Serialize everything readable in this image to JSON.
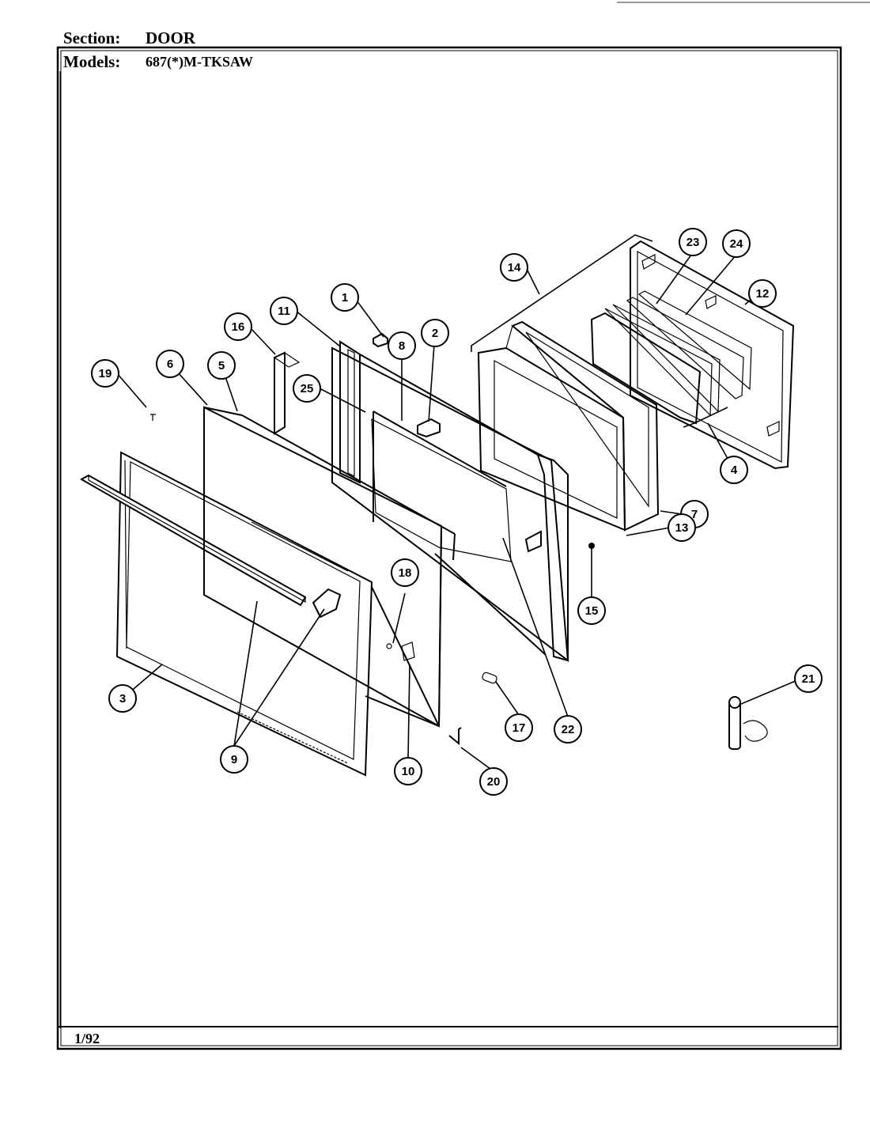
{
  "header": {
    "section_label": "Section:",
    "section_value": "DOOR",
    "models_label": "Models:",
    "models_value": "687(*)M-TKSAW"
  },
  "footer": {
    "date_code": "1/92"
  },
  "callouts": [
    "1",
    "2",
    "3",
    "4",
    "5",
    "6",
    "7",
    "8",
    "9",
    "10",
    "11",
    "12",
    "13",
    "14",
    "15",
    "16",
    "17",
    "18",
    "19",
    "20",
    "21",
    "22",
    "23",
    "24",
    "25"
  ]
}
